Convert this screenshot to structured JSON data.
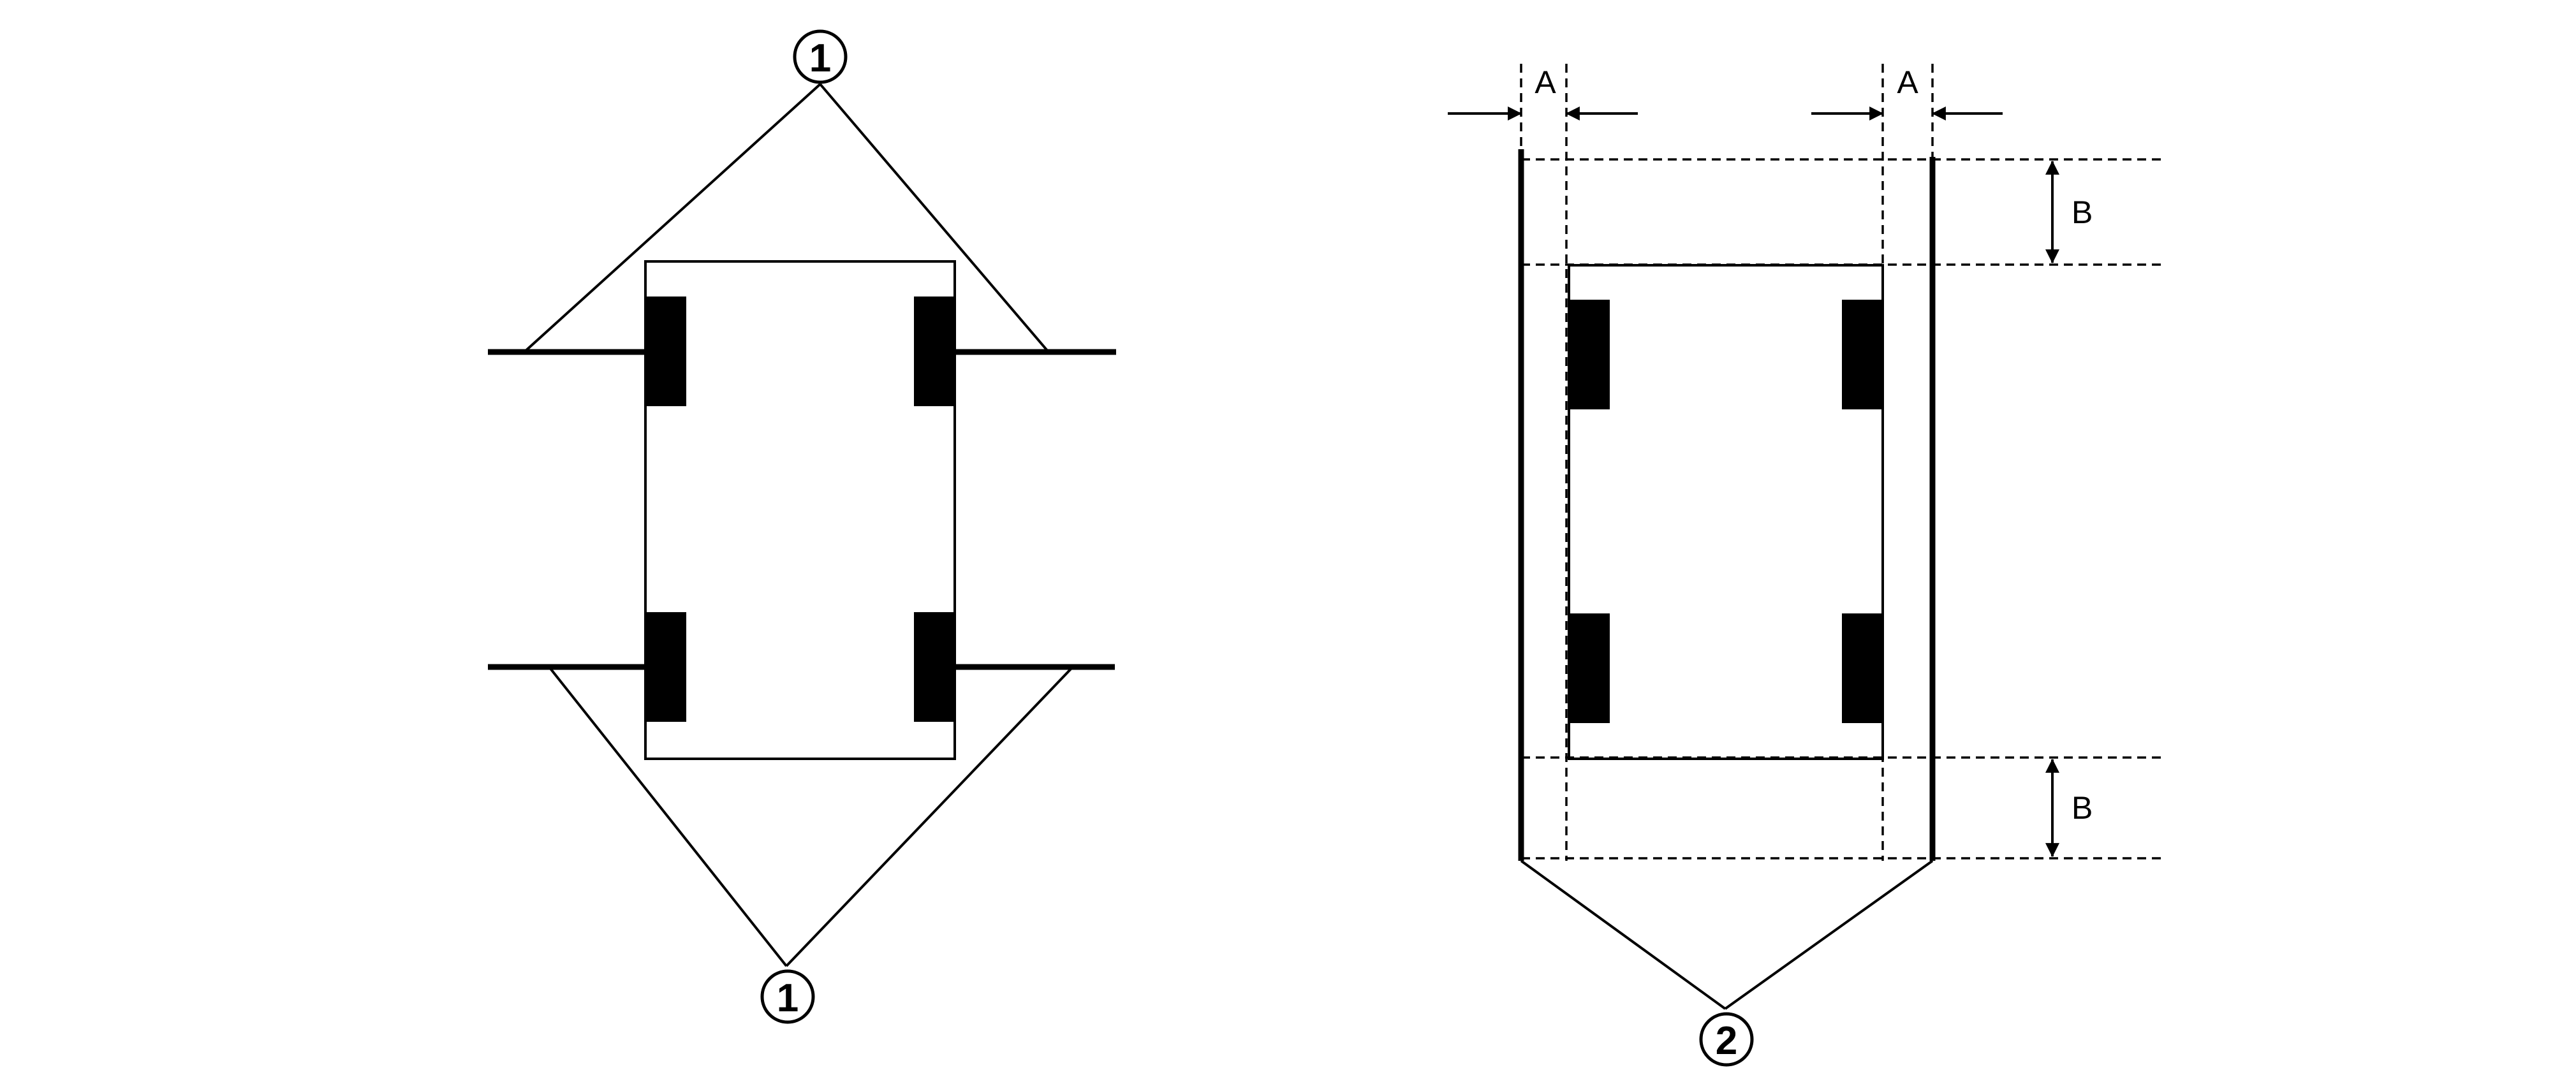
{
  "callouts": {
    "left_top": "1",
    "left_bottom": "1",
    "right_bottom": "2"
  },
  "dimensions": {
    "a_left": "A",
    "a_right": "A",
    "b_top": "B",
    "b_bottom": "B"
  }
}
